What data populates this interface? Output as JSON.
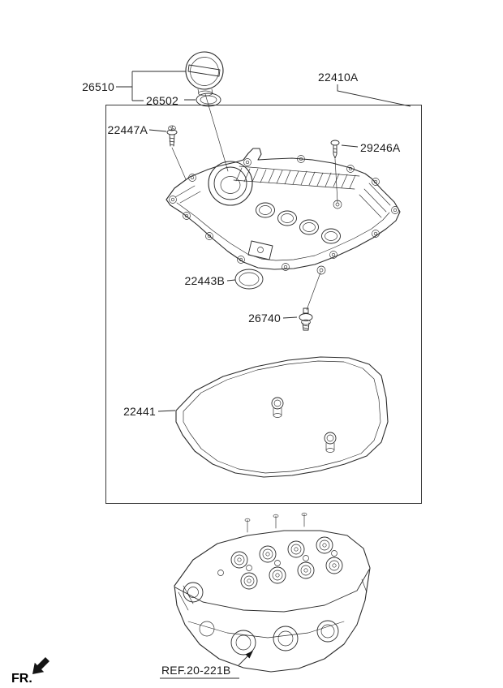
{
  "callouts": {
    "cap": "26510",
    "cap_gasket": "26502",
    "bolt_washer": "22447A",
    "cover_assembly": "22410A",
    "vent_valve": "29246A",
    "plug_tube_seal": "22443B",
    "pcv_valve": "26740",
    "cover_gasket": "22441"
  },
  "reference": {
    "text": "REF.20-221B"
  },
  "orientation": {
    "text": "FR.",
    "arrow_icon": "fr-direction-arrow"
  },
  "colors": {
    "line": "#2b2b2b",
    "background": "#ffffff"
  }
}
